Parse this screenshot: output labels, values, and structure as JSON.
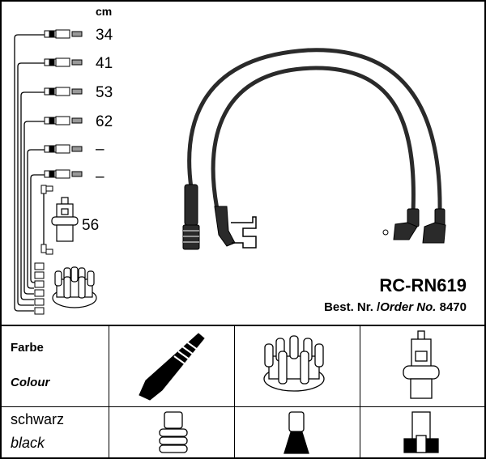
{
  "unit_label": "cm",
  "cable_lengths": [
    "34",
    "41",
    "53",
    "62",
    "–",
    "–"
  ],
  "coil_cable_length": "56",
  "product": {
    "model": "RC-RN619",
    "order_label_de": "Best. Nr.",
    "separator": "/",
    "order_label_en": "Order No.",
    "order_number": "8470"
  },
  "table": {
    "header_de": "Farbe",
    "header_en": "Colour",
    "color_de": "schwarz",
    "color_en": "black",
    "columns": [
      "spark-plug",
      "distributor-cap",
      "ignition-coil"
    ]
  },
  "colors": {
    "ink": "#000000",
    "background": "#ffffff",
    "cable": "#2a2a2a"
  }
}
